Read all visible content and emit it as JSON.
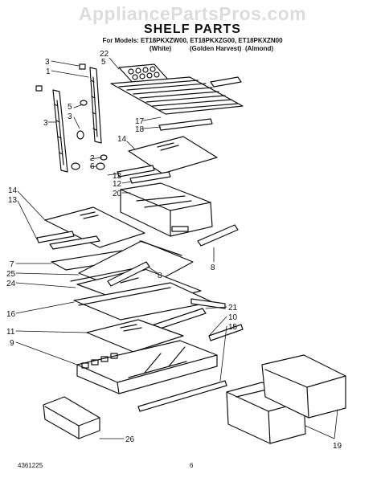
{
  "watermark": "AppliancePartsPros.com",
  "title": "SHELF PARTS",
  "models_line": "For Models: ET18PKXZW00, ET18PKXZG00, ET18PKXZN00",
  "colors": [
    "(White)",
    "(Golden Harvest)",
    "(Almond)"
  ],
  "callouts": {
    "c1": "1",
    "c2": "2",
    "c3a": "3",
    "c3b": "3",
    "c3c": "3",
    "c5a": "5",
    "c5b": "5",
    "c6": "6",
    "c7": "7",
    "c8a": "8",
    "c8b": "8",
    "c9": "9",
    "c10": "10",
    "c11": "11",
    "c12": "12",
    "c13a": "13",
    "c13b": "13",
    "c14a": "14",
    "c14b": "14",
    "c15": "15",
    "c16": "16",
    "c17": "17",
    "c18": "18",
    "c19": "19",
    "c20": "20",
    "c21": "21",
    "c22": "22",
    "c24": "24",
    "c25": "25",
    "c26": "26"
  },
  "footer": {
    "doc_number": "4361225",
    "page_number": "6"
  }
}
